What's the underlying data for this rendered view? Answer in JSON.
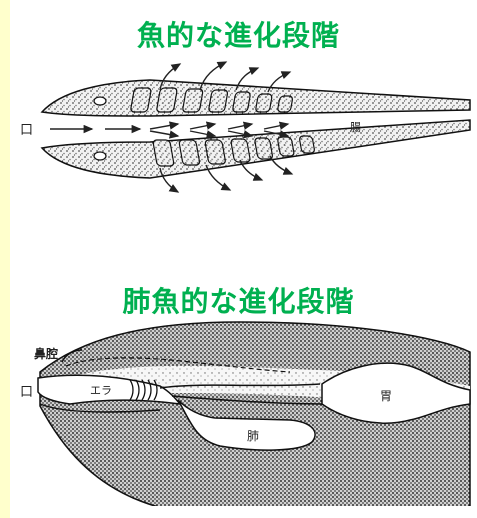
{
  "titles": {
    "fish_stage": "魚的な進化段階",
    "lungfish_stage": "肺魚的な進化段階"
  },
  "fish_diagram": {
    "labels": {
      "mouth": "口",
      "intestine": "腸"
    }
  },
  "lungfish_diagram": {
    "labels": {
      "nasal_cavity": "鼻腔",
      "mouth": "口",
      "gill": "エラ",
      "lung": "肺",
      "stomach": "胃"
    }
  },
  "colors": {
    "title": "#00b050",
    "left_strip": "#ffffcc"
  }
}
